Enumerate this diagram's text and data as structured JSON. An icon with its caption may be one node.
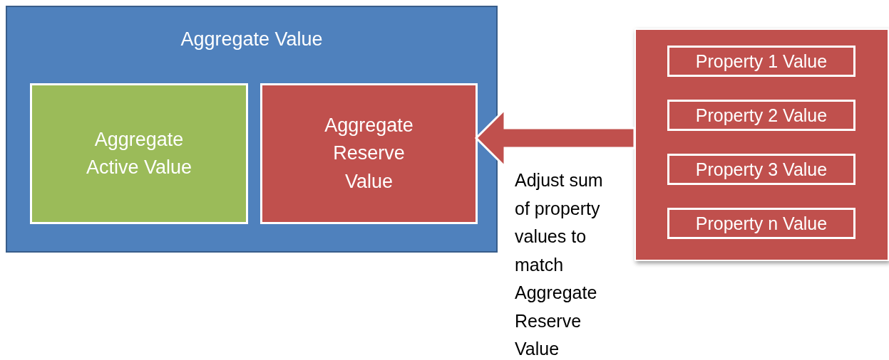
{
  "diagram": {
    "nodes": [
      {
        "text": [
          "Aggregate Value"
        ]
      },
      {
        "text": [
          "Aggregate Active Value"
        ],
        "in": 0
      },
      {
        "text": [
          "Aggregate Reserve Value"
        ],
        "in": 0
      },
      {
        "text": [],
        "shape": "box"
      },
      {
        "text": [
          "Property 1 Value"
        ],
        "in": 3
      },
      {
        "text": [
          "Property 2 Value"
        ],
        "in": 3
      },
      {
        "text": [
          "Property 3 Value"
        ],
        "in": 3
      },
      {
        "text": [
          "Property n Value"
        ],
        "in": 3
      }
    ],
    "edges": [
      {
        "from": 3,
        "to": 2,
        "arrow": "to",
        "label": "Adjust sum of property values to match Aggregate Reserve Value"
      }
    ]
  }
}
